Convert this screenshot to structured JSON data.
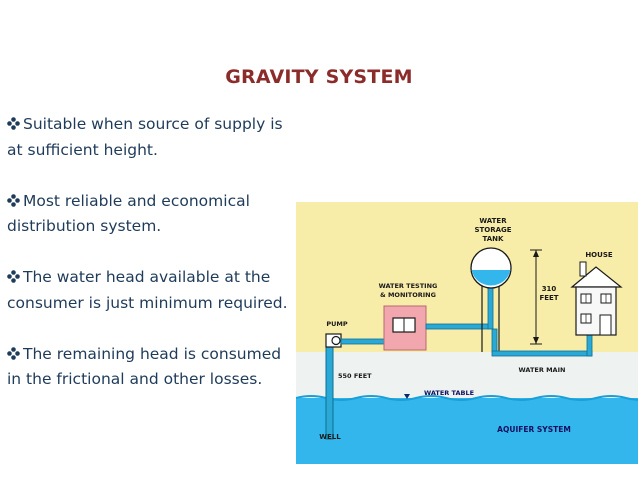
{
  "slide": {
    "title": "GRAVITY SYSTEM",
    "bullets": [
      "Suitable when source of supply is at sufficient height.",
      "Most reliable and economical distribution system.",
      "The water head available at the consumer is just minimum required.",
      "The remaining head is consumed in the frictional and other losses."
    ]
  },
  "diagram": {
    "labels": {
      "tank_line1": "WATER",
      "tank_line2": "STORAGE",
      "tank_line3": "TANK",
      "house": "HOUSE",
      "testing_line1": "WATER TESTING",
      "testing_line2": "& MONITORING",
      "height_line1": "310",
      "height_line2": "FEET",
      "pump": "PUMP",
      "depth": "550 FEET",
      "water_main": "WATER MAIN",
      "water_table": "WATER TABLE",
      "well": "WELL",
      "aquifer": "AQUIFER SYSTEM"
    },
    "colors": {
      "sky": "#f7eca8",
      "ground": "#eef3f2",
      "aquifer": "#33b6ec",
      "pipe": "#2aa9d6",
      "building": "#f2a7ae",
      "title": "#8b2c2a",
      "text": "#1f3b5a"
    }
  }
}
